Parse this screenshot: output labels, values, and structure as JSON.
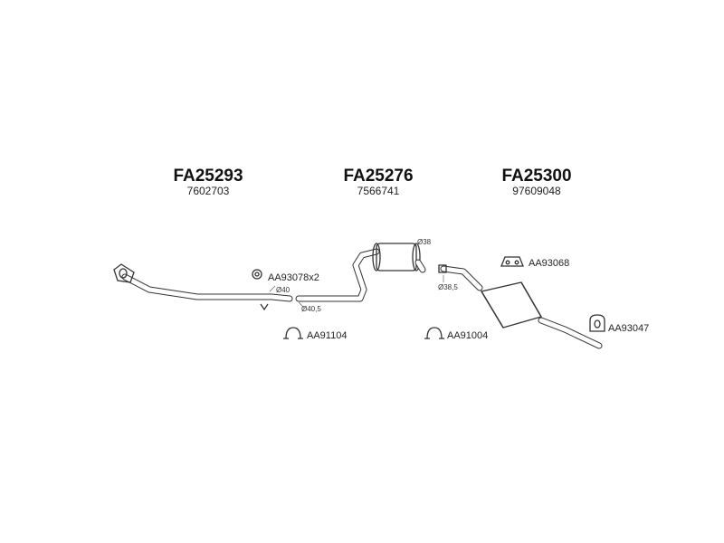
{
  "assemblies": [
    {
      "part_code": "FA25293",
      "oem_code": "7602703"
    },
    {
      "part_code": "FA25276",
      "oem_code": "7566741"
    },
    {
      "part_code": "FA25300",
      "oem_code": "97609048"
    }
  ],
  "accessories": {
    "ring_gasket": "AA93078x2",
    "front_clamp": "AA91104",
    "mid_clamp": "AA91004",
    "hanger_top": "AA93068",
    "hanger_rear": "AA93047"
  },
  "dimensions": {
    "front_pipe_end": "Ø40",
    "mid_pipe_start": "Ø40,5",
    "mid_box": "Ø38",
    "rear_inlet": "Ø38,5"
  }
}
